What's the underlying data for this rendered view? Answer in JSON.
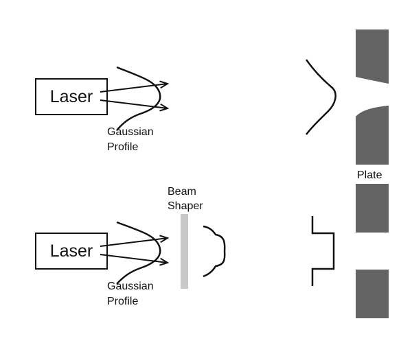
{
  "top_setup": {
    "laser_label": "Laser",
    "profile_label_line1": "Gaussian",
    "profile_label_line2": "Profile"
  },
  "bottom_setup": {
    "laser_label": "Laser",
    "profile_label_line1": "Gaussian",
    "profile_label_line2": "Profile",
    "shaper_label_line1": "Beam",
    "shaper_label_line2": "Shaper"
  },
  "plate": {
    "label": "Plate"
  },
  "colors": {
    "stroke": "#111111",
    "plate_fill": "#636363",
    "shaper_fill": "#c8c8c8",
    "background": "#ffffff"
  }
}
